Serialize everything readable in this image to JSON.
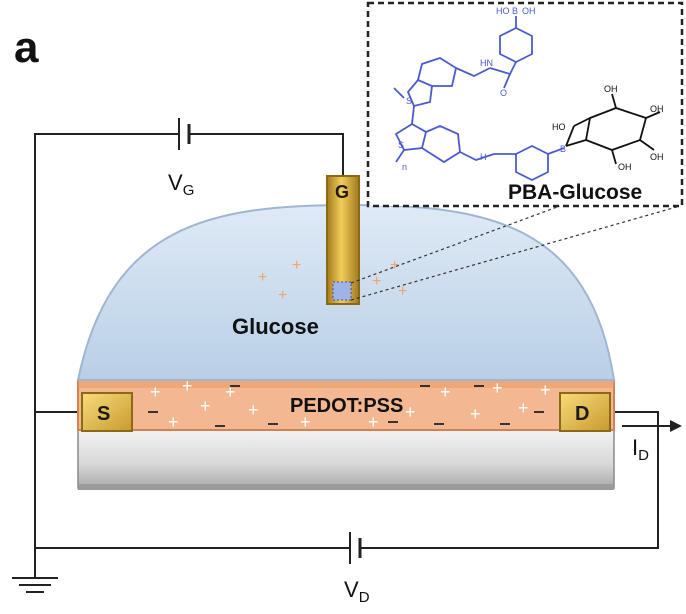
{
  "panel_label": "a",
  "labels": {
    "gate_voltage": "V",
    "gate_voltage_sub": "G",
    "drain_voltage": "V",
    "drain_voltage_sub": "D",
    "drain_current": "I",
    "drain_current_sub": "D",
    "electrolyte": "Glucose",
    "channel": "PEDOT:PSS",
    "gate": "G",
    "source": "S",
    "drain": "D"
  },
  "inset": {
    "title": "PBA-Glucose",
    "atoms": {
      "b": "B",
      "b_sub": "B",
      "oh": "OH",
      "ho": "HO",
      "hn": "HN",
      "h": "H",
      "n_idx": "n",
      "s1": "S",
      "s2": "S",
      "o": "O",
      "ho_b": "HO",
      "oh1": "OH",
      "oh2": "OH",
      "oh3": "OH",
      "oh4": "OH"
    }
  },
  "colors": {
    "electrolyte": "#c9dcef",
    "channel": "#f2b48f",
    "electrode_gold": "#d8a83a",
    "substrate": "#e0e0e0",
    "polymer": "#4a5bd0",
    "wire": "#222222"
  }
}
